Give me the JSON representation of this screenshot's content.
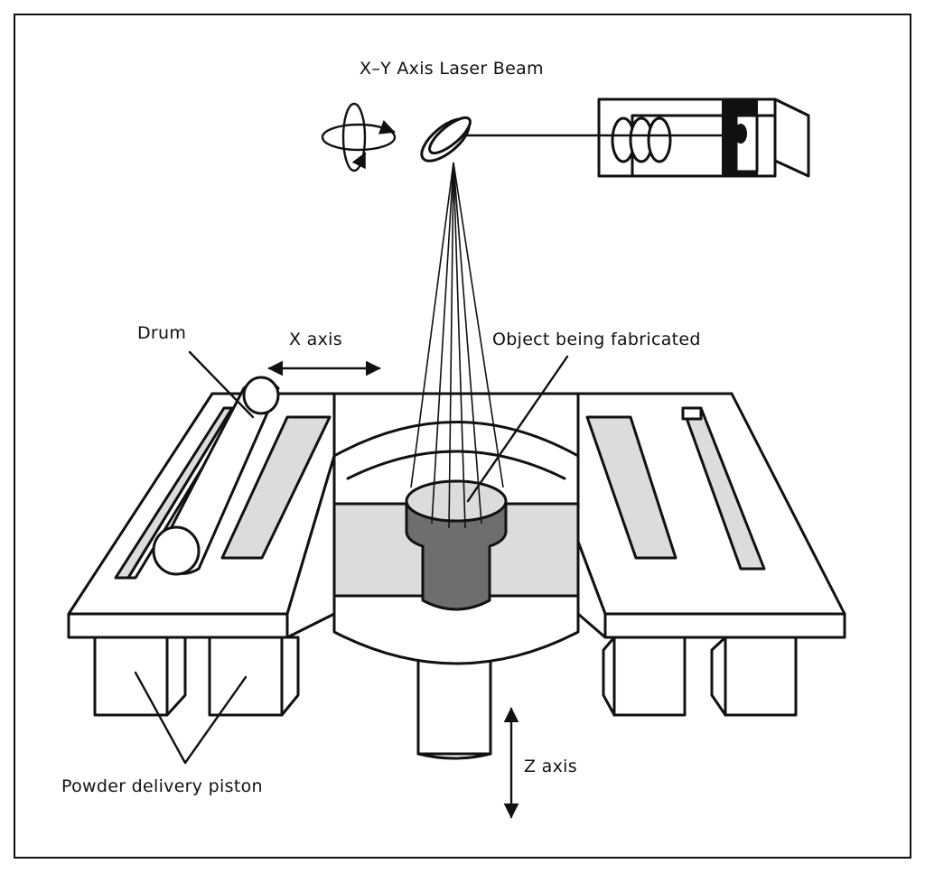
{
  "labels": {
    "laser_beam": "X–Y Axis Laser Beam",
    "drum": "Drum",
    "x_axis": "X axis",
    "object": "Object being fabricated",
    "z_axis": "Z axis",
    "powder_piston": "Powder delivery piston"
  },
  "colors": {
    "line": "#111111",
    "powder_bed": "#dcdcdc",
    "fabricated_object": "#6e6e6e",
    "background": "#ffffff"
  },
  "icons": {
    "rotation": "rotation-arrows-icon",
    "double_arrow": "double-arrow-icon"
  }
}
